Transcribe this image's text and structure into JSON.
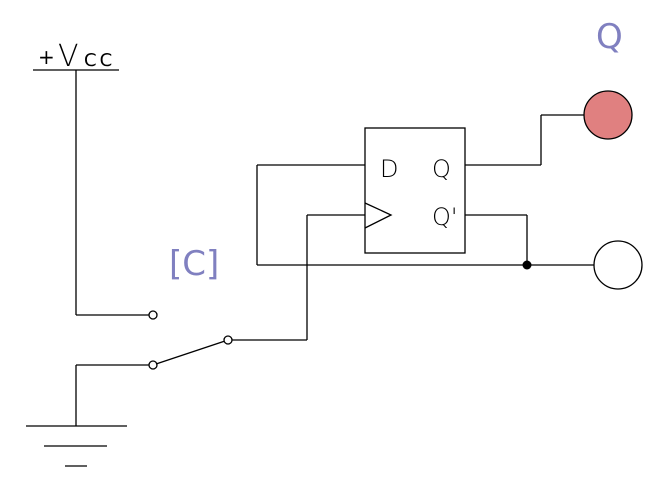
{
  "labels": {
    "vcc_plus": "+",
    "vcc_v": "V",
    "vcc_cc": "CC",
    "switch_label": "[C]",
    "output_label": "Q",
    "pin_d": "D",
    "pin_q": "Q",
    "pin_q_prime": "Q'"
  },
  "colors": {
    "wire": "#000000",
    "label_blue": "#8080c0",
    "led_q_on": "#e08080",
    "led_q_off": "#ffffff",
    "background": "#ffffff"
  },
  "state": {
    "q_output": 1,
    "q_prime_output": 0
  }
}
